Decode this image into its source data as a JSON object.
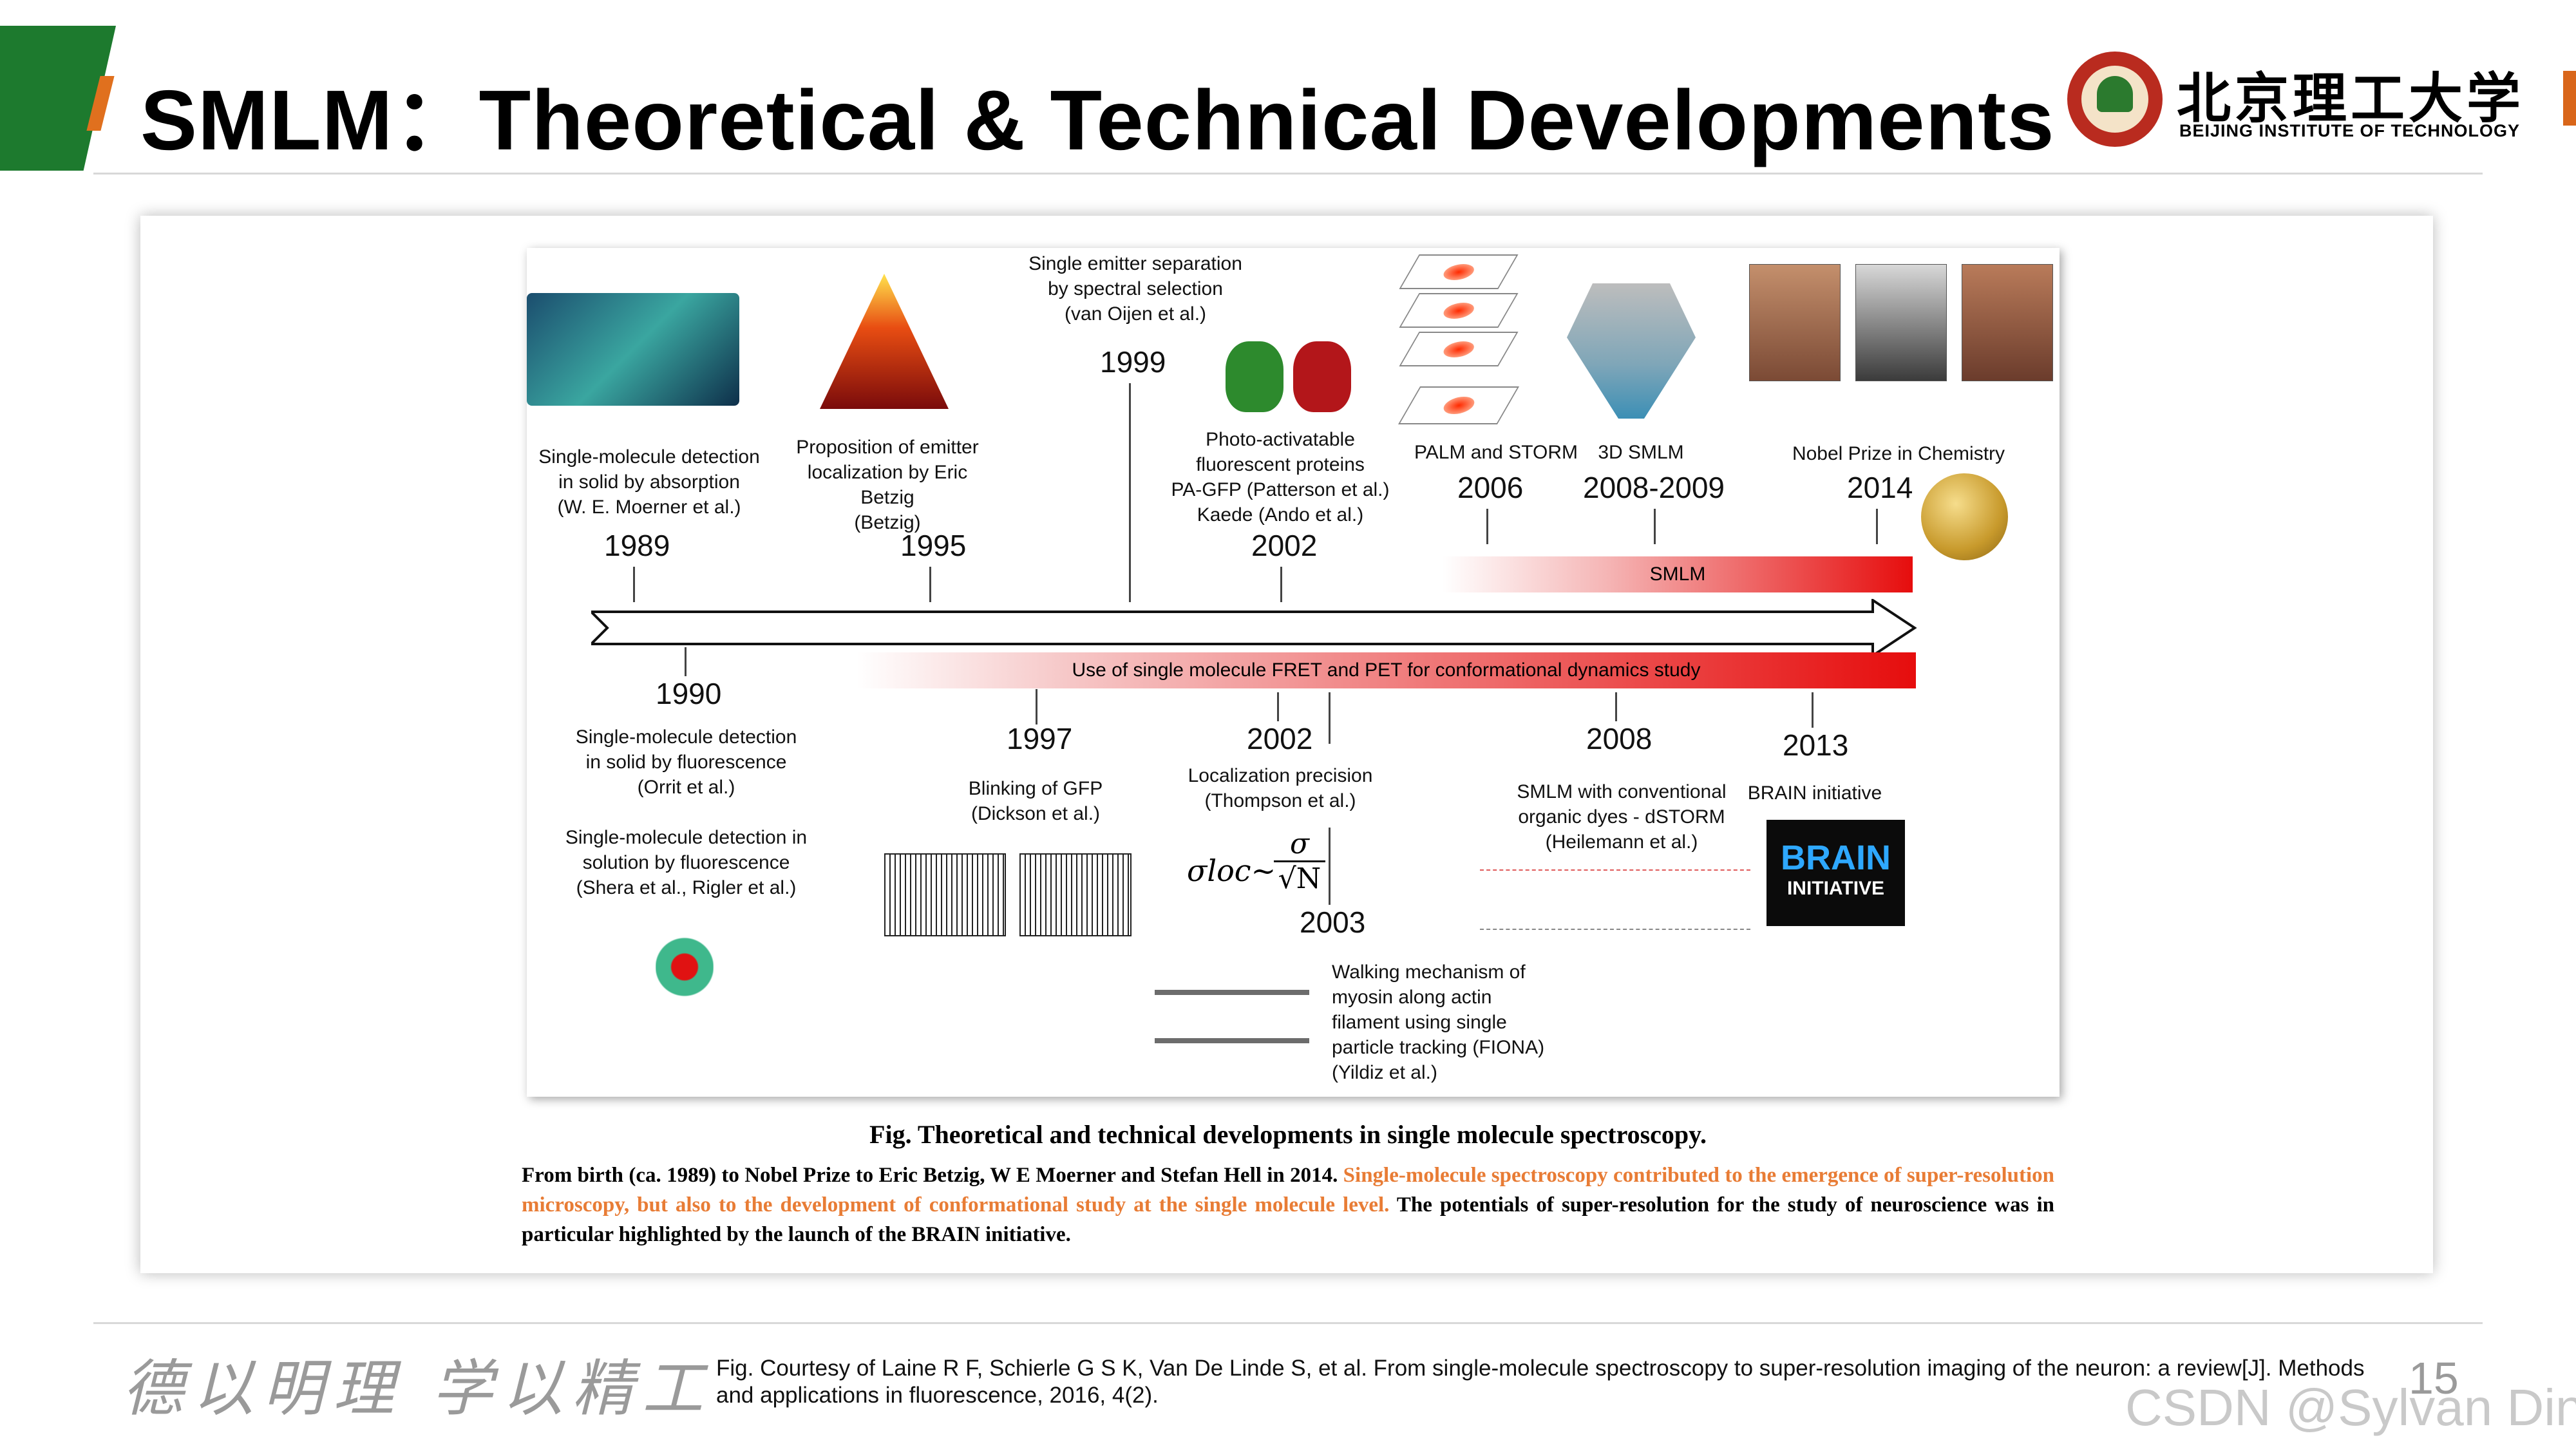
{
  "header": {
    "title": "SMLM：Theoretical & Technical Developments",
    "logo_cn": "北京理工大学",
    "logo_en": "BEIJING INSTITUTE OF TECHNOLOGY"
  },
  "timeline": {
    "above": [
      {
        "year": "1989",
        "label": "Single-molecule detection\nin solid by absorption\n(W. E. Moerner et al.)"
      },
      {
        "year": "1995",
        "label": "Proposition of emitter\nlocalization by Eric Betzig\n(Betzig)"
      },
      {
        "year": "1999",
        "label": "Single emitter separation\nby spectral selection\n(van Oijen et al.)"
      },
      {
        "year": "2002",
        "label": "Photo-activatable\nfluorescent proteins\nPA-GFP (Patterson et al.)\nKaede (Ando et al.)"
      },
      {
        "year": "2006",
        "label": "PALM and STORM"
      },
      {
        "year": "2008-2009",
        "label": "3D SMLM"
      },
      {
        "year": "2014",
        "label": "Nobel Prize in Chemistry"
      }
    ],
    "below": [
      {
        "year": "1990",
        "label": "Single-molecule detection\nin solid by fluorescence\n(Orrit et al.)\n\nSingle-molecule detection in\nsolution by fluorescence\n(Shera et al., Rigler et al.)"
      },
      {
        "year": "1997",
        "label": "Blinking of GFP\n(Dickson et al.)"
      },
      {
        "year": "2002",
        "label": "Localization precision\n(Thompson et al.)"
      },
      {
        "year": "2003",
        "label": "Walking mechanism of\nmyosin along actin\nfilament using single\nparticle tracking (FIONA)\n(Yildiz et al.)"
      },
      {
        "year": "2008",
        "label": "SMLM with conventional\norganic dyes - dSTORM\n(Heilemann et al.)"
      },
      {
        "year": "2013",
        "label": "BRAIN initiative"
      }
    ],
    "smlm_bar": "SMLM",
    "fret_bar": "Use of single molecule FRET and PET for conformational dynamics study",
    "formula_lhs": "σloc~",
    "formula_num": "σ",
    "formula_den": "√N",
    "brain_logo_top": "BRAIN",
    "brain_logo_bottom": "INITIATIVE"
  },
  "caption": "Fig. Theoretical and technical developments in single molecule spectroscopy.",
  "paragraph": {
    "part1": "From birth (ca. 1989) to Nobel Prize to Eric Betzig, W E Moerner and Stefan Hell in 2014. ",
    "highlight": "Single-molecule spectroscopy contributed to the emergence of super-resolution microscopy, but also to the development of conformational study at the single molecule level.",
    "part2": " The potentials of super-resolution for the study of neuroscience was in particular highlighted by the launch of the BRAIN initiative.",
    "highlight_color": "#e87c35"
  },
  "footer": {
    "motto": "德以明理  学以精工",
    "reference": "Fig. Courtesy of Laine R F, Schierle G S K, Van De Linde S, et al. From single-molecule spectroscopy to super-resolution imaging of the neuron: a review[J]. Methods and applications in fluorescence, 2016, 4(2).",
    "page_number": "15",
    "watermark": "CSDN @Sylvan Ding"
  },
  "colors": {
    "brand_green": "#1d7a2e",
    "accent_orange": "#e0701e",
    "bar_red": "#e60d0d"
  }
}
